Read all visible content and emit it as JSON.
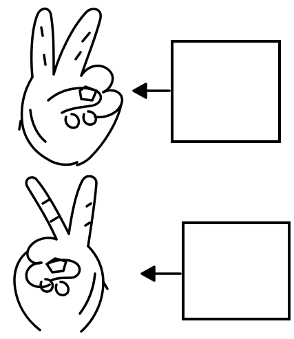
{
  "figure": {
    "panels": [
      {
        "id": "top",
        "hand": "peace-sign-hand-back",
        "answer_box": "",
        "arrow": "arrow-pointing-left"
      },
      {
        "id": "bottom",
        "hand": "peace-sign-hand-palm",
        "answer_box": "",
        "arrow": "arrow-pointing-left"
      }
    ],
    "colors": {
      "ink": "#000000",
      "paper": "#ffffff"
    }
  }
}
